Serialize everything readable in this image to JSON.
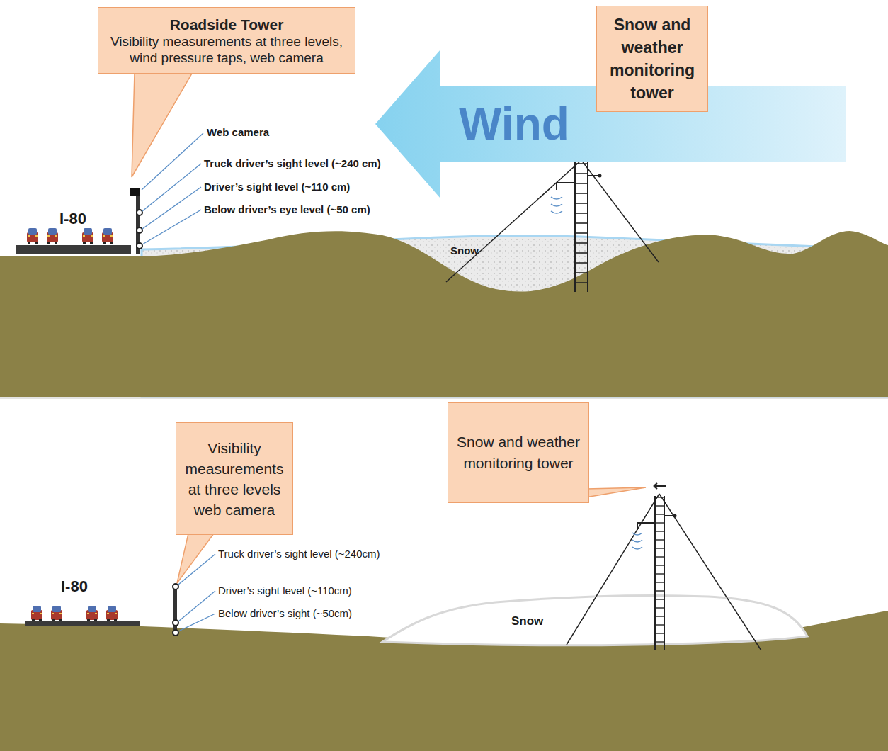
{
  "diagram": {
    "nodes": [
      {
        "text": [
          "Roadside Tower",
          "Visibility measurements at three levels, wind pressure taps, web camera"
        ]
      },
      {
        "text": [
          "Wind"
        ]
      },
      {
        "text": [
          "Snow and weather monitoring tower"
        ]
      },
      {
        "text": [
          "Visibility measurements at three levels web camera"
        ]
      },
      {
        "text": [
          "Snow and weather monitoring tower"
        ]
      }
    ],
    "labels": [
      "Web camera",
      "Truck driver’s sight level (~240 cm)",
      "Driver’s  sight level (~110 cm)",
      "Below driver’s eye level (~50 cm)",
      "I-80",
      "Snow",
      "Truck driver’s sight level (~240cm)",
      "Driver’s sight level (~110cm)",
      "Below driver’s sight (~50cm)",
      "I-80",
      "Snow"
    ]
  }
}
